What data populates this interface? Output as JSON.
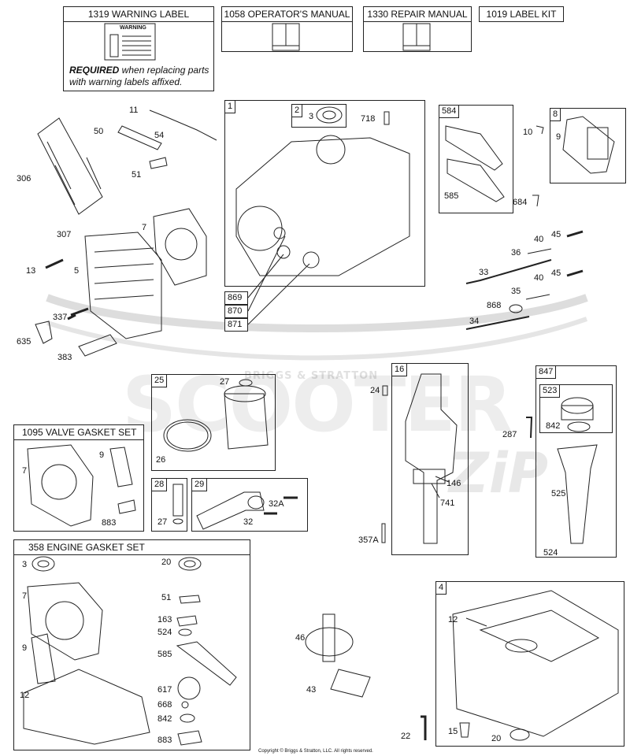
{
  "headers": {
    "warning_label": "1319 WARNING LABEL",
    "operators_manual": "1058 OPERATOR'S MANUAL",
    "repair_manual": "1330 REPAIR MANUAL",
    "label_kit": "1019 LABEL KIT",
    "valve_gasket_set": "1095 VALVE GASKET SET",
    "engine_gasket_set": "358 ENGINE GASKET SET"
  },
  "warning_required_bold": "REQUIRED",
  "warning_required_rest": " when replacing parts",
  "warning_required_line2": "with warning labels affixed.",
  "warning_sticker_title": "WARNING",
  "watermark": {
    "brand": "BRIGGS & STRATTON",
    "main": "SCOOTER",
    "script": "ZiP"
  },
  "copyright": "Copyright © Briggs & Stratton, LLC. All rights reserved.",
  "box_labels": {
    "b1": "1",
    "b2": "2",
    "b584": "584",
    "b8": "8",
    "b25": "25",
    "b16": "16",
    "b847": "847",
    "b523": "523",
    "b28": "28",
    "b29": "29",
    "b4": "4",
    "t869": "869",
    "t870": "870",
    "t871": "871"
  },
  "callouts": {
    "c11": "11",
    "c50": "50",
    "c54": "54",
    "c51a": "51",
    "c306": "306",
    "c7a": "7",
    "c307": "307",
    "c13": "13",
    "c5": "5",
    "c337": "337",
    "c635": "635",
    "c383": "383",
    "c3a": "3",
    "c718": "718",
    "c585a": "585",
    "c10": "10",
    "c9a": "9",
    "c684": "684",
    "c40a": "40",
    "c45a": "45",
    "c36": "36",
    "c33": "33",
    "c40b": "40",
    "c45b": "45",
    "c35": "35",
    "c868": "868",
    "c34": "34",
    "c27a": "27",
    "c26": "26",
    "c24": "24",
    "c146": "146",
    "c741": "741",
    "c357A": "357A",
    "c287": "287",
    "c842a": "842",
    "c525": "525",
    "c524a": "524",
    "c7b": "7",
    "c9b": "9",
    "c883a": "883",
    "c27b": "27",
    "c32A": "32A",
    "c32": "32",
    "c3b": "3",
    "c7c": "7",
    "c9c": "9",
    "c12a": "12",
    "c20a": "20",
    "c51b": "51",
    "c163": "163",
    "c524b": "524",
    "c585b": "585",
    "c617": "617",
    "c668": "668",
    "c842b": "842",
    "c883b": "883",
    "c46": "46",
    "c43": "43",
    "c22": "22",
    "c12b": "12",
    "c15": "15",
    "c20b": "20"
  },
  "colors": {
    "line": "#222222",
    "watermark": "#dddddd"
  }
}
